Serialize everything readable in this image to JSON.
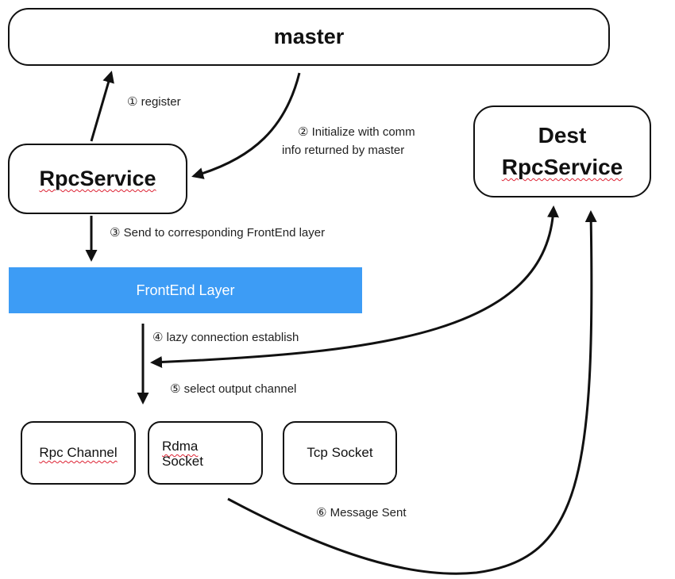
{
  "nodes": {
    "master": "master",
    "rpc_service": "RpcService",
    "dest_line1": "Dest",
    "dest_line2": "RpcService",
    "frontend": "FrontEnd Layer",
    "rpc_channel": "Rpc Channel",
    "rdma_line1": "Rdma",
    "rdma_line2": "Socket",
    "tcp_socket": "Tcp Socket"
  },
  "steps": {
    "s1": "① register",
    "s2_line1": "② Initialize  with  comm",
    "s2_line2": "info returned by master",
    "s3": "③ Send to corresponding FrontEnd layer",
    "s4": "④ lazy connection establish",
    "s5": "⑤ select output channel",
    "s6": "⑥ Message Sent"
  },
  "colors": {
    "frontend_fill": "#3d9cf5",
    "spellcheck_underline": "#dd2233"
  }
}
